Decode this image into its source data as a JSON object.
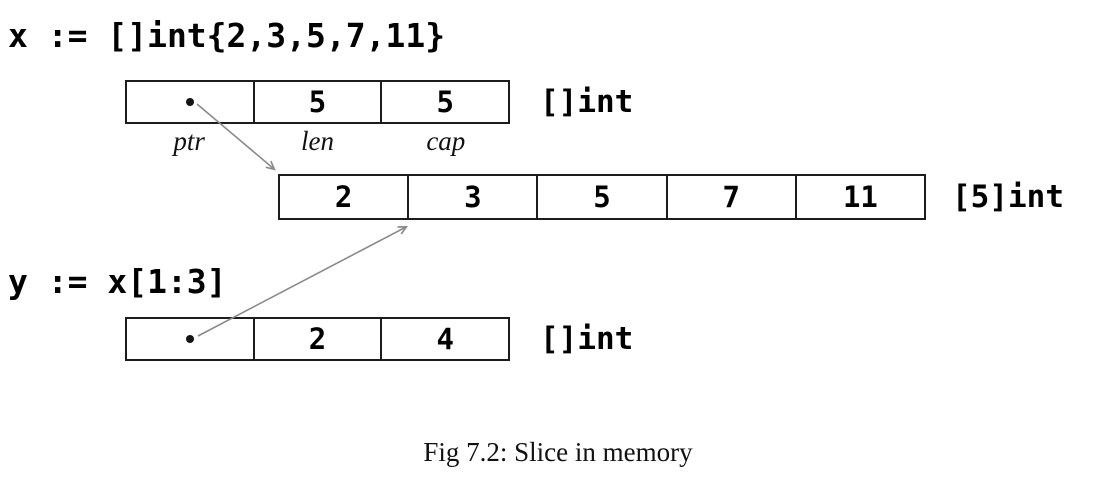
{
  "code": {
    "x_decl": "x := []int{2,3,5,7,11}",
    "y_decl": "y := x[1:3]"
  },
  "slice_x": {
    "len": "5",
    "cap": "5",
    "field_labels": [
      "ptr",
      "len",
      "cap"
    ],
    "type_label": "[]int"
  },
  "backing_array": {
    "values": [
      "2",
      "3",
      "5",
      "7",
      "11"
    ],
    "type_label": "[5]int"
  },
  "slice_y": {
    "len": "2",
    "cap": "4",
    "type_label": "[]int"
  },
  "caption": "Fig 7.2: Slice in memory",
  "colors": {
    "box_border": "#1c1c1c",
    "arrow": "#8a8a8a",
    "text": "#000000"
  }
}
